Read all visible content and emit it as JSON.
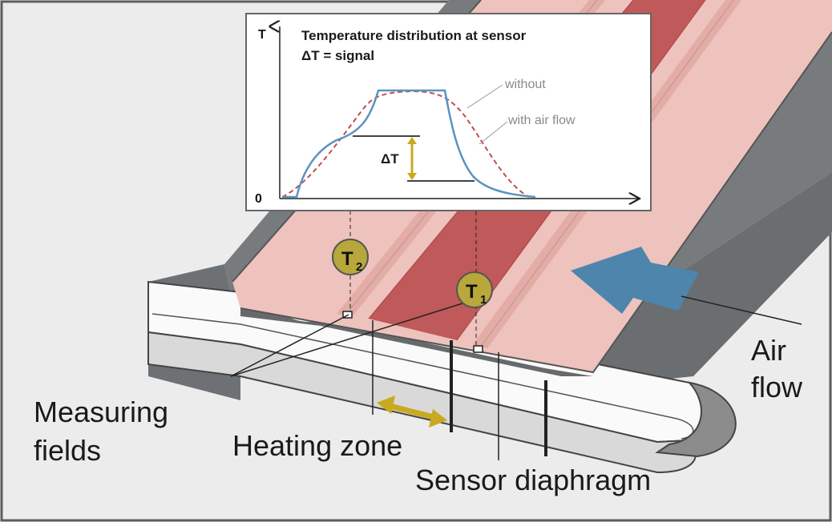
{
  "graph": {
    "title_line1": "Temperature distribution at sensor",
    "title_line2": "ΔT = signal",
    "axis_y_label": "T",
    "axis_origin_label": "0",
    "legend_without": "without",
    "legend_with_air_flow": "with air flow",
    "delta_label": "ΔT"
  },
  "sensors": {
    "t2": {
      "letter": "T",
      "subscript": "2"
    },
    "t1": {
      "letter": "T",
      "subscript": "1"
    }
  },
  "labels": {
    "air_line1": "Air",
    "air_line2": "flow",
    "measuring_line1": "Measuring",
    "measuring_line2": "fields",
    "heating_zone": "Heating zone",
    "sensor_diaphragm": "Sensor diaphragm"
  },
  "colors": {
    "background": "#ececec",
    "frame": "#5e5e5e",
    "substrate_dark": "#777b7e",
    "substrate_light": "#fafafa",
    "diaphragm": "#eec2bd",
    "heating_zone": "#c0595a",
    "air_arrow": "#4d85ad",
    "badge": "#b8a73a",
    "delta_arrow": "#c9a91f",
    "curve_with_air": "#5a94c0",
    "curve_without": "#c0504d"
  }
}
